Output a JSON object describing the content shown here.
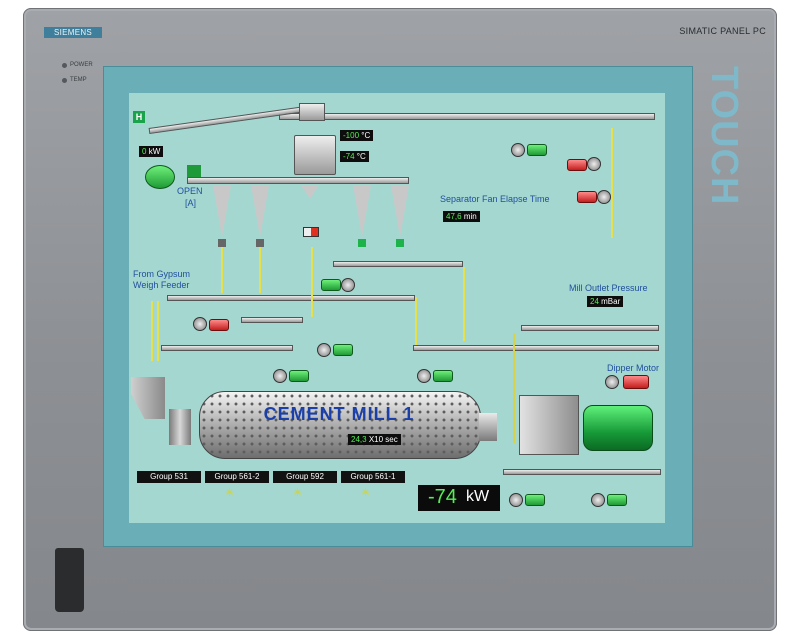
{
  "device": {
    "brand": "SIEMENS",
    "model": "SIMATIC PANEL PC",
    "touch_label": "TOUCH",
    "led_power": "POWER",
    "led_temp": "TEMP"
  },
  "hmi": {
    "h_badge": "H",
    "fan_power_value": "0",
    "fan_power_unit": "kW",
    "temp1_value": "-100",
    "temp1_unit": "°C",
    "temp2_value": "-74",
    "temp2_unit": "°C",
    "status_open": "OPEN",
    "status_a": "[A]",
    "separator_label": "Separator Fan Elapse Time",
    "separator_value": "47,6",
    "separator_unit": "min",
    "gypsum_label_line1": "From Gypsum",
    "gypsum_label_line2": "Weigh Feeder",
    "mill_outlet_label": "Mill Outlet Pressure",
    "mill_outlet_value": "24",
    "mill_outlet_unit": "mBar",
    "dipper_label": "Dipper Motor",
    "mill_title": "CEMENT MILL 1",
    "mill_value": "24,3",
    "mill_unit": "X10 sec",
    "groups": [
      "Group 531",
      "Group 561-2",
      "Group 592",
      "Group 561-1"
    ],
    "power_value": "-74",
    "power_unit": "kW"
  },
  "colors": {
    "screen_bg": "#a5d7d1",
    "label_blue": "#1f4f9c",
    "display_green": "#55ee55"
  }
}
